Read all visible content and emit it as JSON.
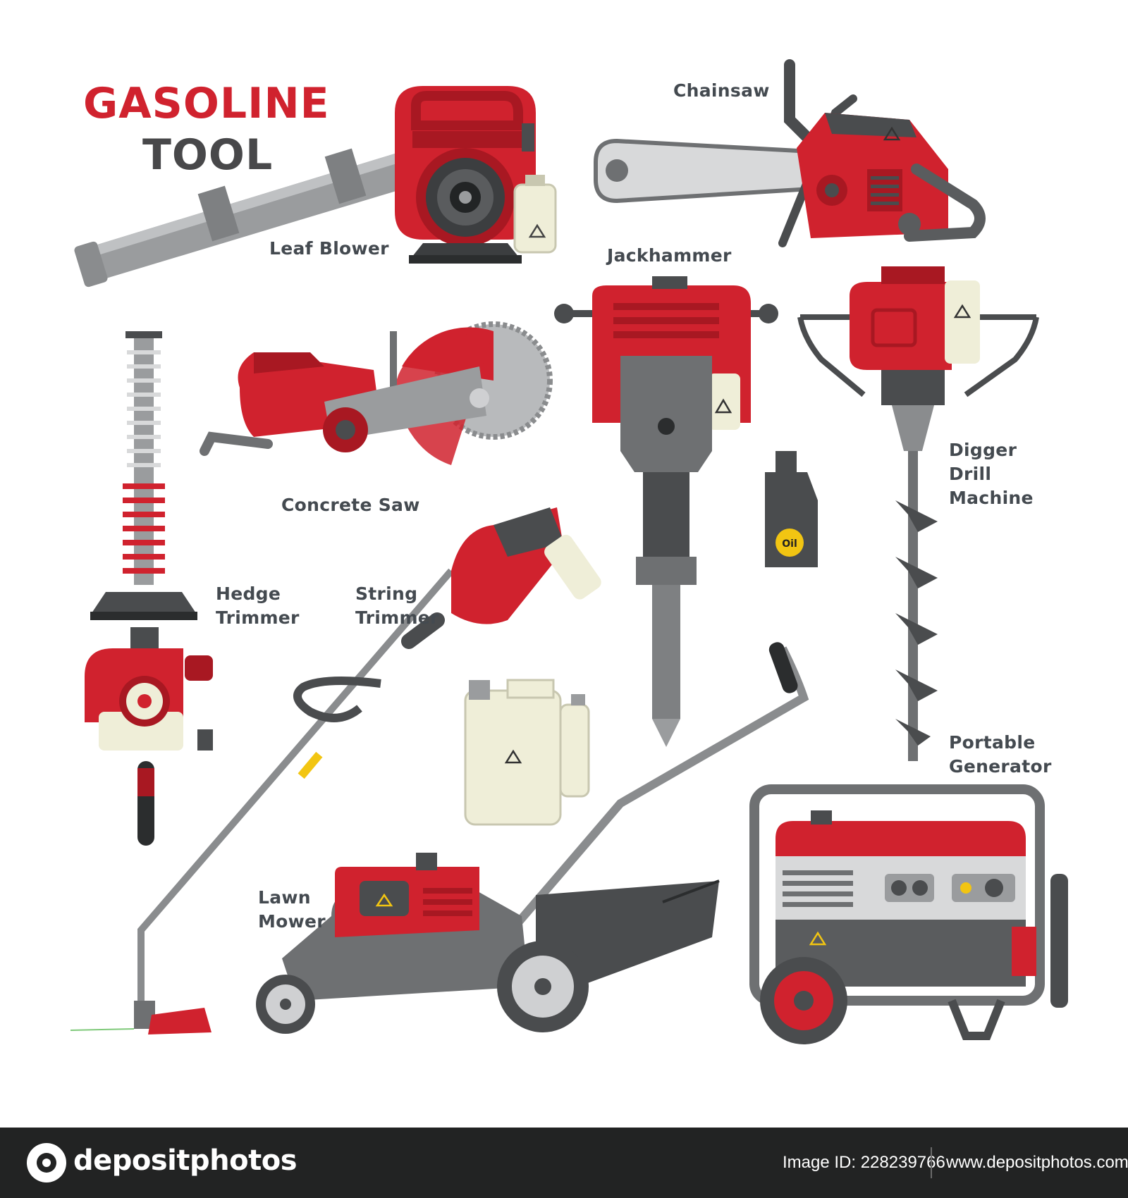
{
  "title": {
    "line1": "GASOLINE",
    "line2": "TOOL"
  },
  "labels": {
    "leaf_blower": [
      "Leaf Blower"
    ],
    "chainsaw": [
      "Chainsaw"
    ],
    "jackhammer": [
      "Jackhammer"
    ],
    "concrete_saw": [
      "Concrete Saw"
    ],
    "digger_drill": [
      "Digger",
      "Drill",
      "Machine"
    ],
    "hedge_trimmer": [
      "Hedge",
      "Trimmer"
    ],
    "string_trimmer": [
      "String",
      "Trimmer"
    ],
    "lawn_mower": [
      "Lawn",
      "Mower"
    ],
    "portable_generator": [
      "Portable",
      "Generator"
    ]
  },
  "oil_bottle_text": "Oil",
  "footer": {
    "brand": "depositphotos",
    "image_id": "Image ID: 228239766",
    "site": "www.depositphotos.com"
  },
  "colors": {
    "red": "#d0222e",
    "dark_red": "#a81822",
    "gray": "#8c8e90",
    "dark_gray": "#4a4c4e",
    "cream": "#efeed8",
    "footer_bg": "#222323"
  }
}
